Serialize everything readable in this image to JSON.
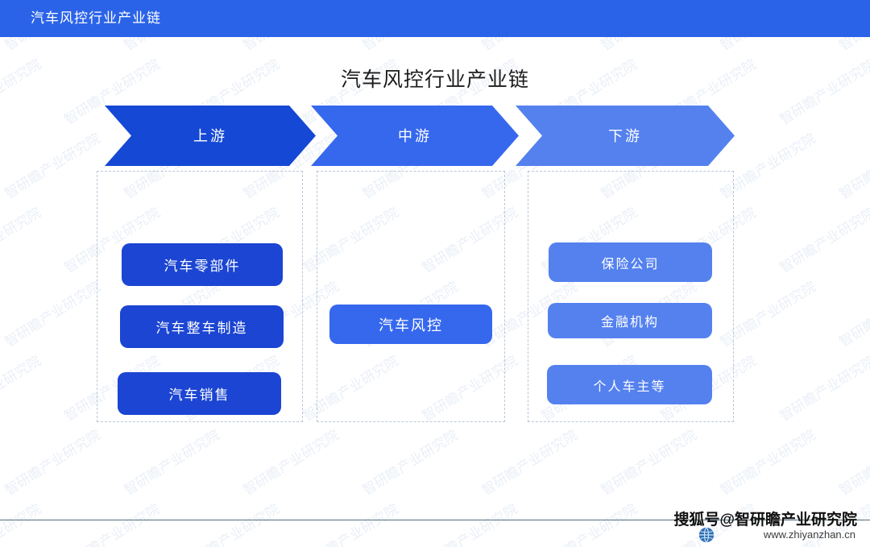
{
  "header": {
    "title": "汽车风控行业产业链",
    "bar_color": "#2b63e8"
  },
  "chart_title": "汽车风控行业产业链",
  "chart_data": {
    "type": "diagram",
    "title": "汽车风控行业产业链",
    "stages": [
      {
        "label": "上游",
        "color": "#1548d4",
        "node_color": "#1b45d2",
        "nodes": [
          "汽车零部件",
          "汽车整车制造",
          "汽车销售"
        ]
      },
      {
        "label": "中游",
        "color": "#3668ee",
        "node_color": "#3668ee",
        "nodes": [
          "汽车风控"
        ]
      },
      {
        "label": "下游",
        "color": "#5481ee",
        "node_color": "#5481ee",
        "nodes": [
          "保险公司",
          "金融机构",
          "个人车主等"
        ]
      }
    ]
  },
  "footer": {
    "brand": "搜狐号@智研瞻产业研究院",
    "url": "www.zhiyanzhan.cn",
    "globe_icon": "globe-icon"
  },
  "watermark": {
    "text": "智研瞻产业研究院",
    "color": "#e9eff7"
  }
}
